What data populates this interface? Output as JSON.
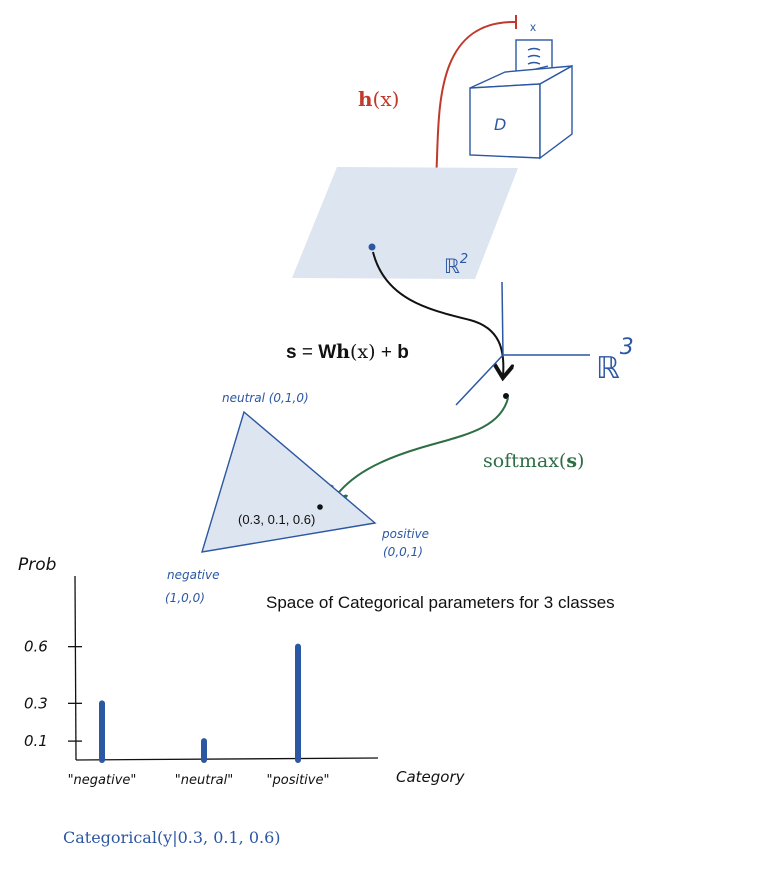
{
  "colors": {
    "blue": "#2c57a3",
    "red": "#c0392b",
    "green": "#2e6e45",
    "plane_fill": "#dde5f0",
    "ink": "#111111"
  },
  "dataset": {
    "label": "D",
    "input_label": "x"
  },
  "map_h": {
    "label_fn": "h",
    "label_args": "(x)"
  },
  "r2": {
    "label": "ℝ",
    "sup": "2"
  },
  "affine": {
    "s": "s",
    "eq": " = ",
    "W": "W",
    "h": "h",
    "args": "(x)",
    "plus": " + ",
    "b": "b"
  },
  "r3": {
    "label": "ℝ",
    "sup": "3"
  },
  "softmax": {
    "fn": "softmax(",
    "arg": "s",
    "close": ")"
  },
  "simplex": {
    "neutral_label": "neutral (0,1,0)",
    "positive_label": "positive",
    "positive_coords": "(0,0,1)",
    "negative_label": "negative",
    "negative_coords": "(1,0,0)",
    "point_label": "(0.3, 0.1, 0.6)"
  },
  "caption": "Space of Categorical parameters for 3 classes",
  "chart_data": {
    "type": "bar",
    "ylabel": "Prob",
    "xlabel": "Category",
    "categories": [
      "\"negative\"",
      "\"neutral\"",
      "\"positive\""
    ],
    "values": [
      0.3,
      0.1,
      0.6
    ],
    "yticks": [
      "0.1",
      "0.3",
      "0.6"
    ],
    "ylim": [
      0,
      0.9
    ],
    "color": "#2c57a3"
  },
  "formula": "Categorical(y|0.3, 0.1, 0.6)"
}
